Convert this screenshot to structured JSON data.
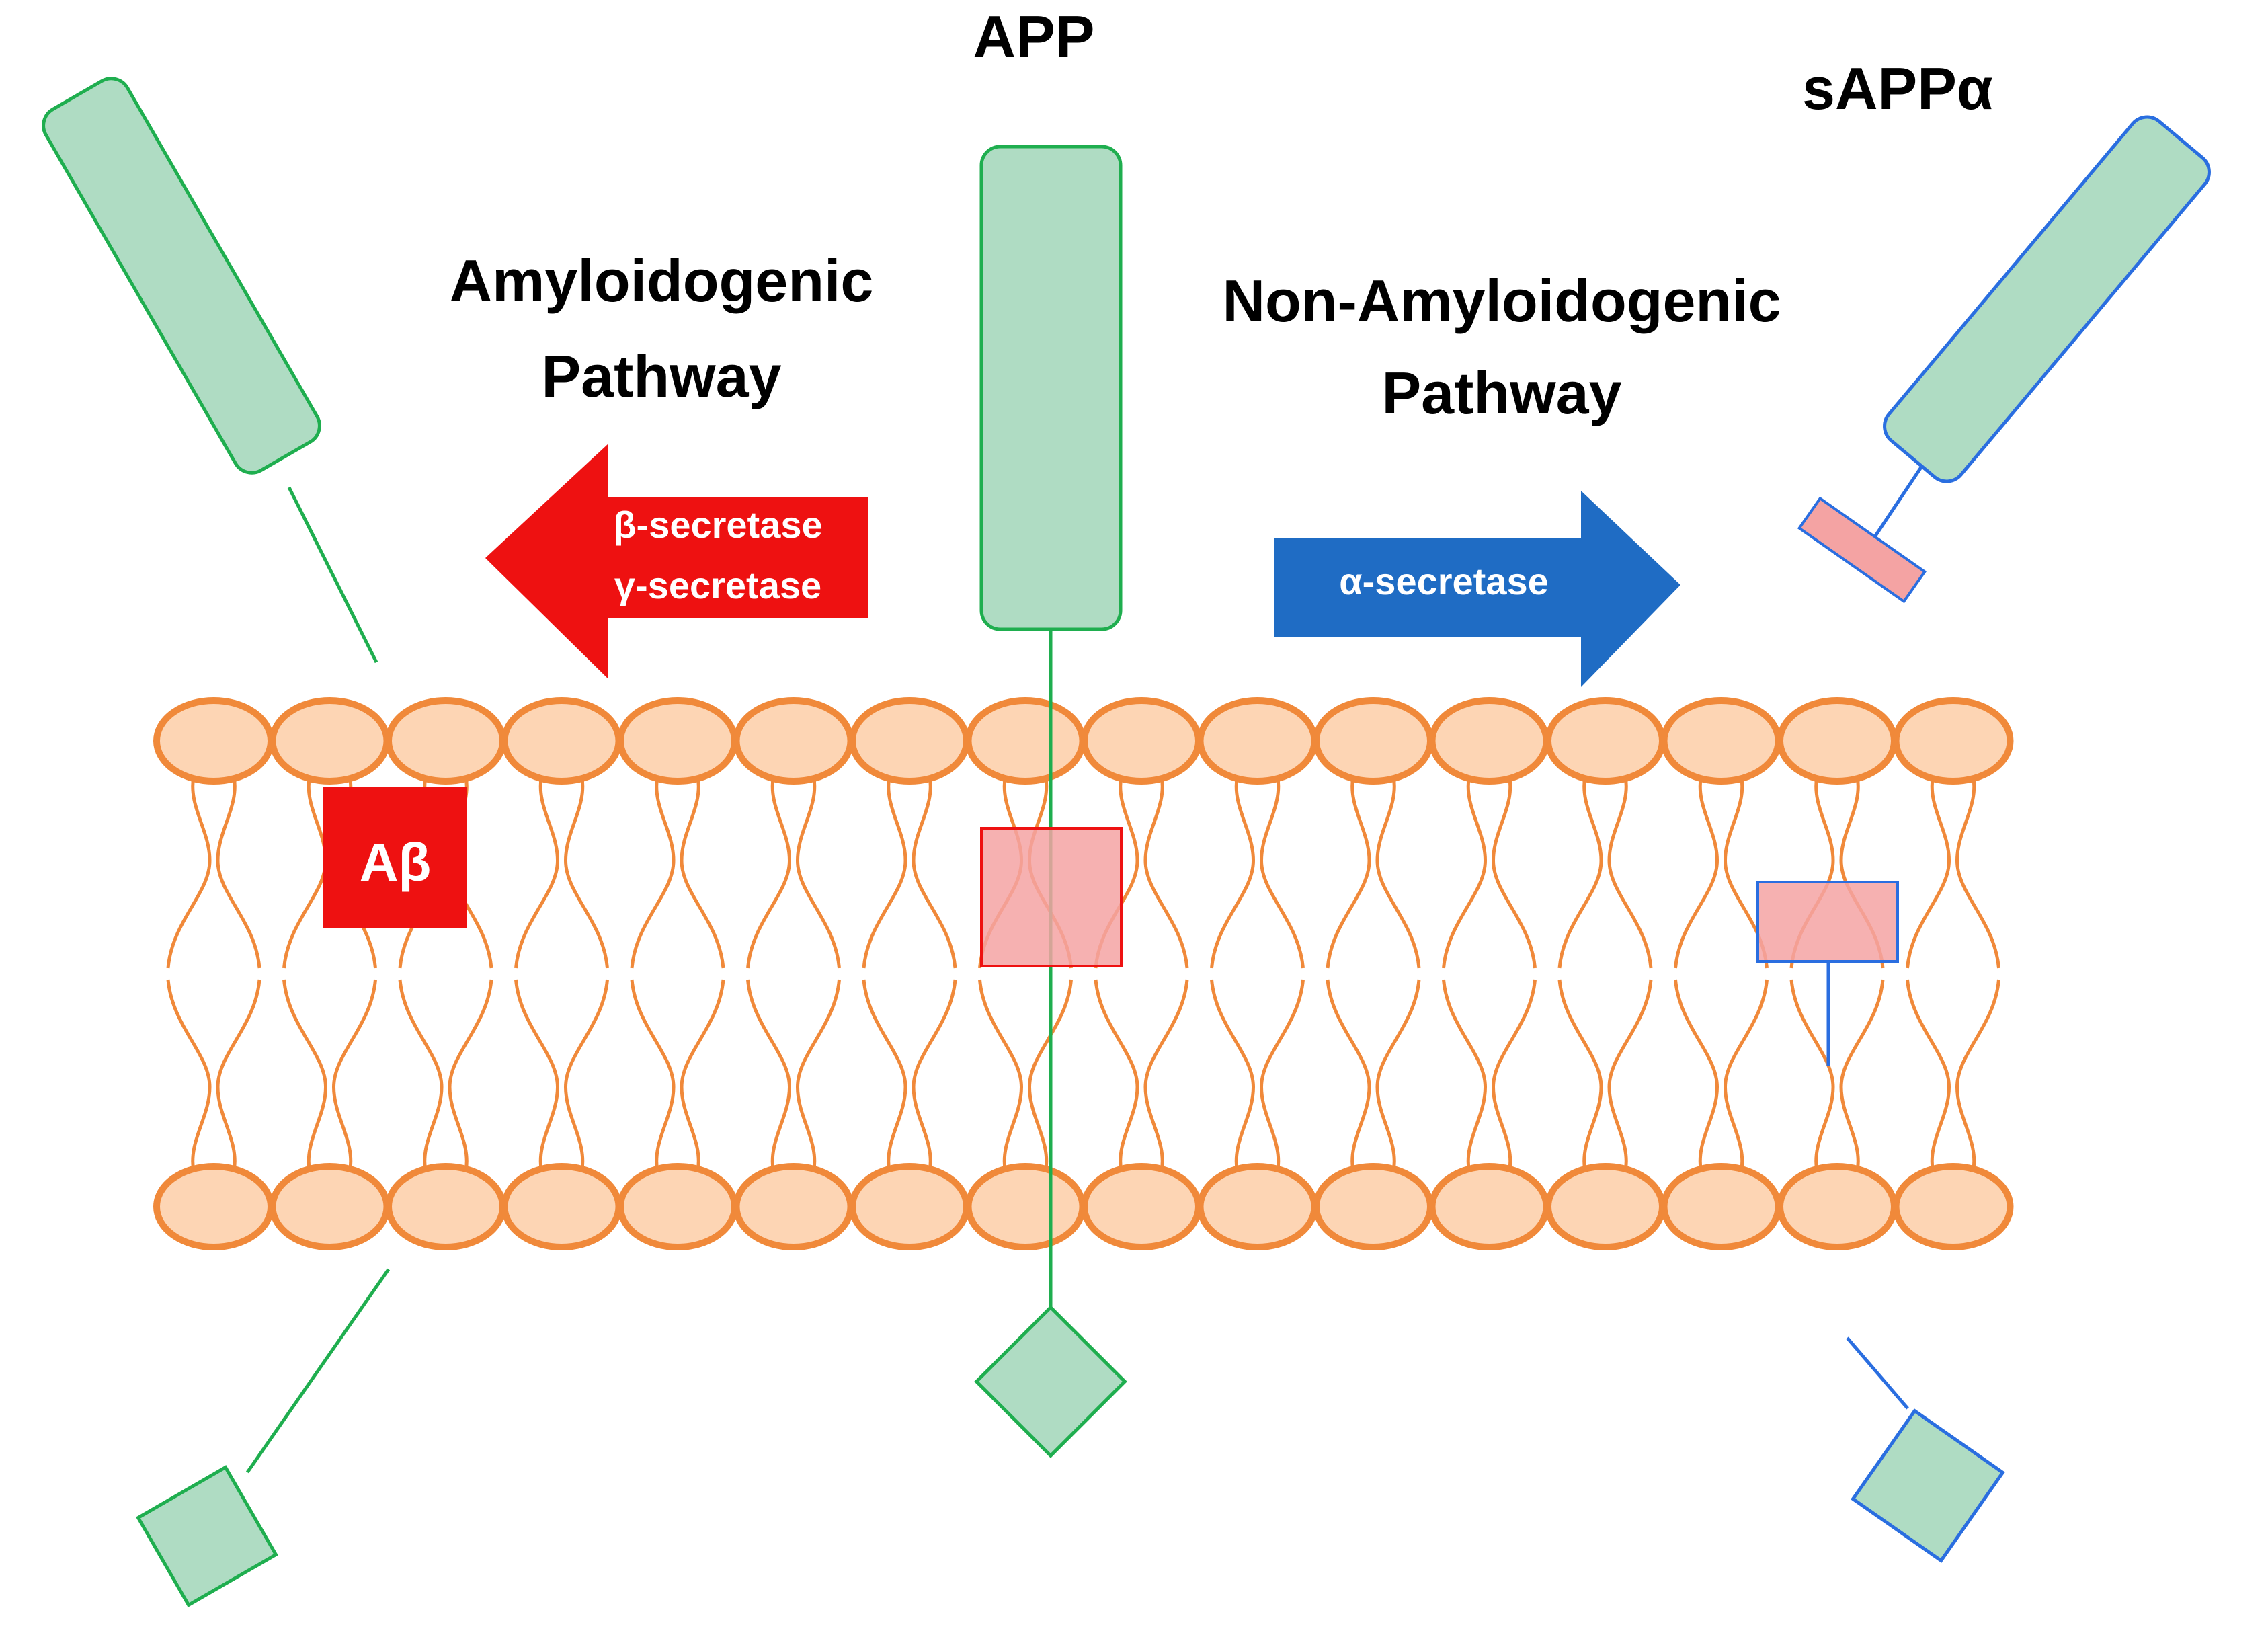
{
  "labels": {
    "app": "APP",
    "sappa": "sAPPα",
    "amyloidogenic_line1": "Amyloidogenic",
    "amyloidogenic_line2": "Pathway",
    "non_amyloidogenic_line1": "Non-Amyloidogenic",
    "non_amyloidogenic_line2": "Pathway",
    "beta_secretase": "β-secretase",
    "gamma_secretase": "γ-secretase",
    "alpha_secretase": "α-secretase",
    "abeta": "Aβ"
  },
  "colors": {
    "lipid_fill": "#fdd5b4",
    "lipid_stroke": "#f0893a",
    "protein_fill": "#afdcc3",
    "app_stroke": "#1fae4f",
    "sappa_stroke": "#2a6ee0",
    "abeta_red": "#ee1111",
    "pink_fill": "#f4a3a3",
    "alpha_arrow": "#1f6cc4",
    "text": "#000000"
  }
}
